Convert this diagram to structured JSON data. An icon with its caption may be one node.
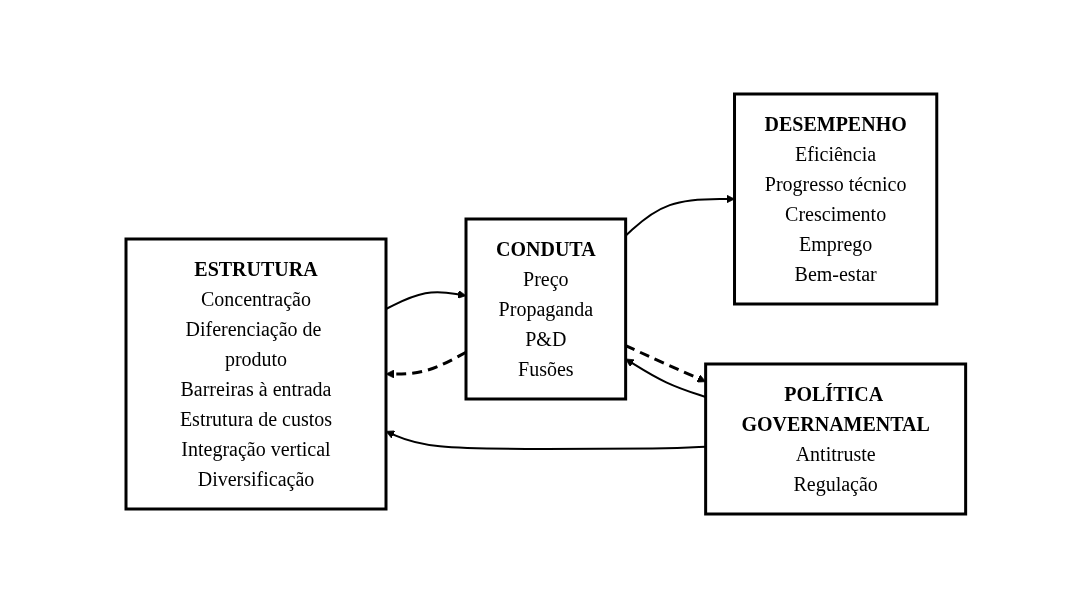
{
  "diagram": {
    "nodes": [
      {
        "text": [
          "ESTRUTURA",
          "Concentração",
          "Diferenciação de produto",
          "Barreiras à entrada",
          "Estrutura de custos",
          "Integração vertical",
          "Diversificação"
        ]
      },
      {
        "text": [
          "CONDUTA",
          "Preço",
          "Propaganda",
          "P&D",
          "Fusões"
        ]
      },
      {
        "text": [
          "DESEMPENHO",
          "Eficiência",
          "Progresso técnico",
          "Crescimento",
          "Emprego",
          "Bem-estar"
        ]
      },
      {
        "text": [
          "POLÍTICA GOVERNAMENTAL",
          "Antitruste",
          "Regulação"
        ]
      }
    ],
    "edges": [
      {
        "from": 0,
        "to": 1,
        "arrow": "to"
      },
      {
        "from": 1,
        "to": 0,
        "arrow": "to",
        "style": "dashed"
      },
      {
        "from": 1,
        "to": 2,
        "arrow": "to"
      },
      {
        "from": 1,
        "to": 3,
        "arrow": "to",
        "style": "dashed"
      },
      {
        "from": 3,
        "to": 1,
        "arrow": "to"
      },
      {
        "from": 3,
        "to": 0,
        "arrow": "to"
      }
    ]
  }
}
